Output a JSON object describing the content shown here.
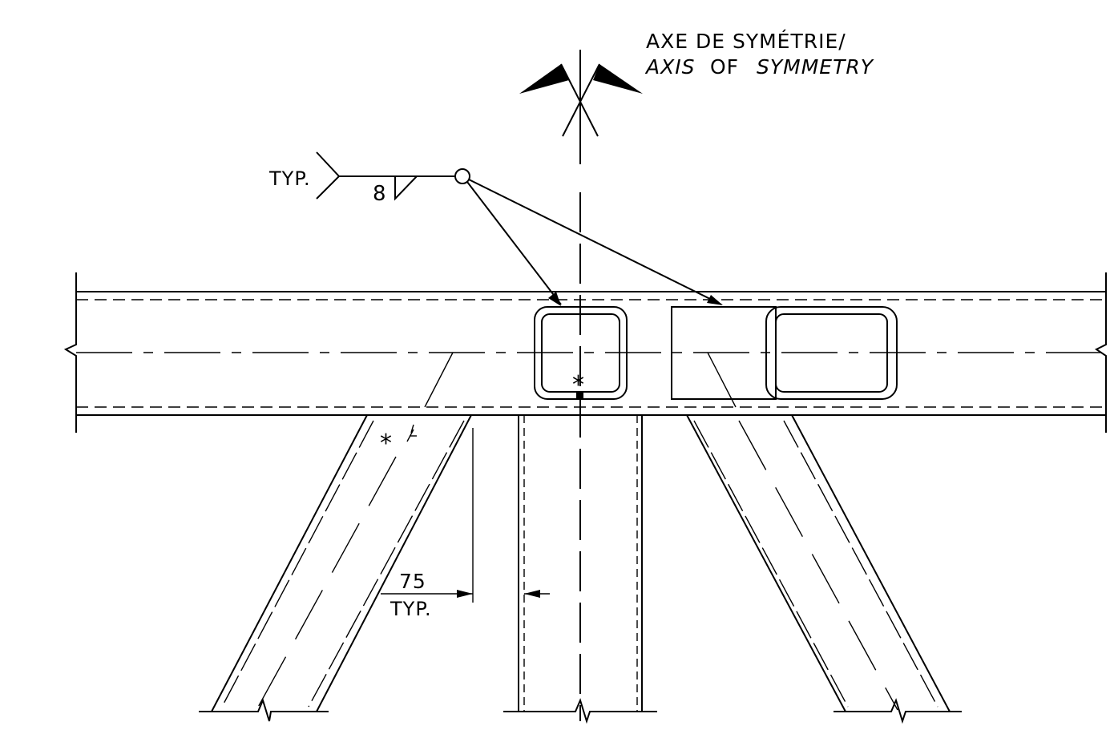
{
  "title_fr": "AXE DE SYMÉTRIE/",
  "title_en_1": "AXIS",
  "title_en_2": "OF",
  "title_en_3": "SYMMETRY",
  "weld": {
    "tail_note": "TYP.",
    "size": "8"
  },
  "dimension": {
    "value": "75",
    "note": "TYP."
  },
  "asterisk": "*",
  "colors": {
    "line": "#000000",
    "background": "#ffffff"
  }
}
